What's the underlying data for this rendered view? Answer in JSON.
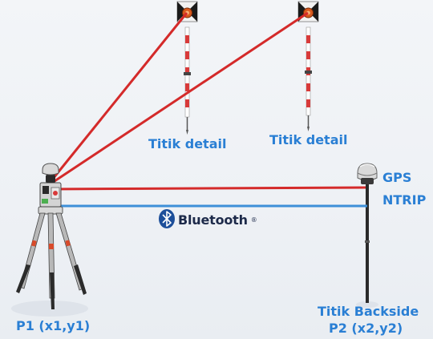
{
  "labels": {
    "detail_left": "Titik detail",
    "detail_right": "Titik detail",
    "gps": "GPS",
    "ntrip": "NTRIP",
    "bluetooth": "Bluetooth",
    "bluetooth_mark": "®",
    "p1": "P1 (x1,y1)",
    "backside_title": "Titik Backside",
    "backside_coords": "P2 (x2,y2)"
  },
  "icons": {
    "bluetooth": "bluetooth-icon",
    "prism": "prism-target-icon",
    "total_station": "total-station-icon",
    "gps_receiver": "gps-receiver-icon"
  },
  "colors": {
    "sight_line": "#d42a2a",
    "bluetooth_line": "#3d8fd8",
    "label_text": "#2a7fd4",
    "bluetooth_badge": "#1d4f9a"
  }
}
